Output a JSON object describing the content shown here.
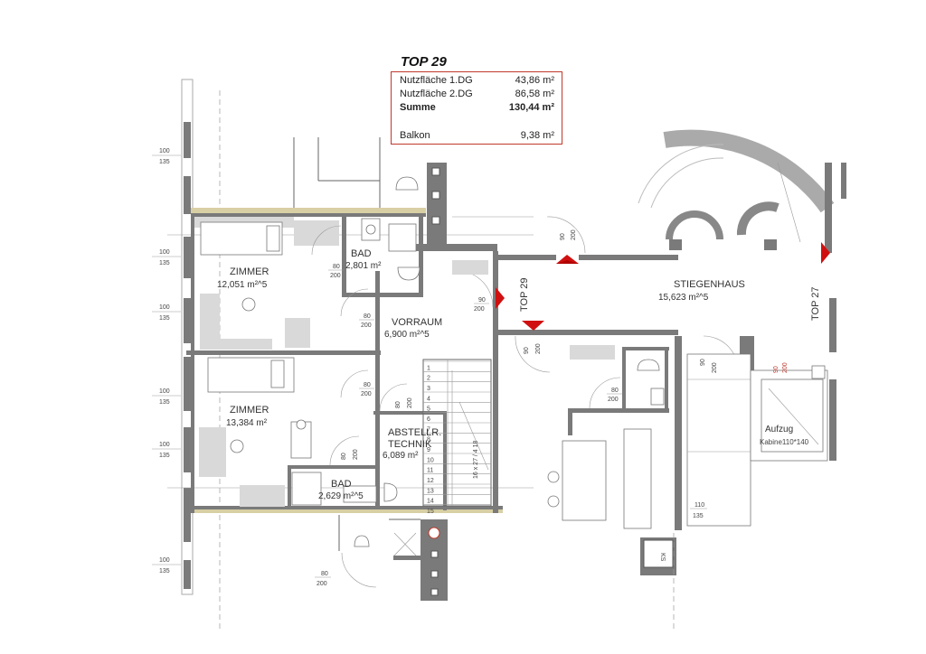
{
  "summary": {
    "title": "TOP 29",
    "rows": [
      {
        "label": "Nutzfläche 1.DG",
        "value": "43,86 m²"
      },
      {
        "label": "Nutzfläche 2.DG",
        "value": "86,58 m²"
      },
      {
        "label": "Summe",
        "value": "130,44 m²"
      },
      {
        "label": "Balkon",
        "value": "9,38 m²"
      }
    ]
  },
  "rooms": {
    "zimmer1": {
      "name": "ZIMMER",
      "area": "12,051 m²^5"
    },
    "zimmer2": {
      "name": "ZIMMER",
      "area": "13,384 m²"
    },
    "bad1": {
      "name": "BAD",
      "area": "2,801 m²"
    },
    "bad2": {
      "name": "BAD",
      "area": "2,629 m²^5"
    },
    "vorraum": {
      "name": "VORRAUM",
      "area": "6,900 m²^5"
    },
    "abstell": {
      "name1": "ABSTELLR.",
      "name2": "TECHNIK",
      "area": "6,089 m²"
    },
    "stiegenhaus": {
      "name": "STIEGENHAUS",
      "area": "15,623 m²^5"
    },
    "aufzug": {
      "name": "Aufzug",
      "detail": "Kabine110*140"
    }
  },
  "tags": {
    "top29": "TOP 29",
    "top27": "TOP 27",
    "ks": "KS",
    "stair_formula": "16 x 27 / 4 18"
  },
  "dimensions": {
    "win_100": "100",
    "win_135": "135",
    "door_80": "80",
    "door_90": "90",
    "door_200": "200",
    "door_110": "110",
    "aufzug_90": "90",
    "aufzug_200": "200"
  },
  "stair_steps": [
    "1",
    "2",
    "3",
    "4",
    "5",
    "6",
    "7",
    "8",
    "9",
    "10",
    "11",
    "12",
    "13",
    "14",
    "15"
  ]
}
